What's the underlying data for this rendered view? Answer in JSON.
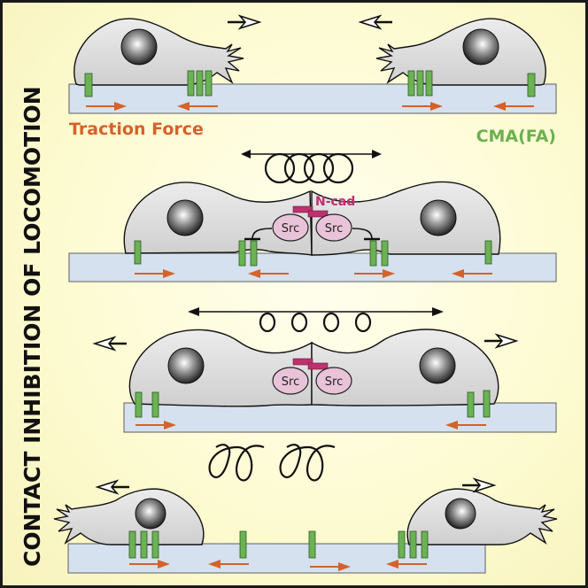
{
  "title": "CONTACT INHIBITION OF LOCOMOTION",
  "labels": {
    "traction_force": "Traction Force",
    "cma": "CMA(FA)",
    "ncad": "N-cad",
    "src": "Src"
  },
  "colors": {
    "background": "#fdfbd2",
    "border": "#1a1a1a",
    "traction_force": "#d4622a",
    "cma": "#6bb255",
    "ncad": "#c0306f",
    "src": "#e9c3d8",
    "substrate": "#d5e1ee"
  },
  "panels": [
    {
      "stage": 1,
      "description": "Two cells migrating toward each other",
      "left_cell_direction": "right",
      "right_cell_direction": "left",
      "coil": "none"
    },
    {
      "stage": 2,
      "description": "Contact via N-cadherin; Src inhibits adhesions; tension builds",
      "coil": "tight",
      "double_arrow": true
    },
    {
      "stage": 3,
      "description": "Tension stretches; cells pull away",
      "left_cell_direction": "left",
      "right_cell_direction": "right",
      "coil": "stretched",
      "double_arrow": true
    },
    {
      "stage": 4,
      "description": "Cells separate and migrate apart",
      "left_cell_direction": "left",
      "right_cell_direction": "right",
      "coil": "released"
    }
  ]
}
